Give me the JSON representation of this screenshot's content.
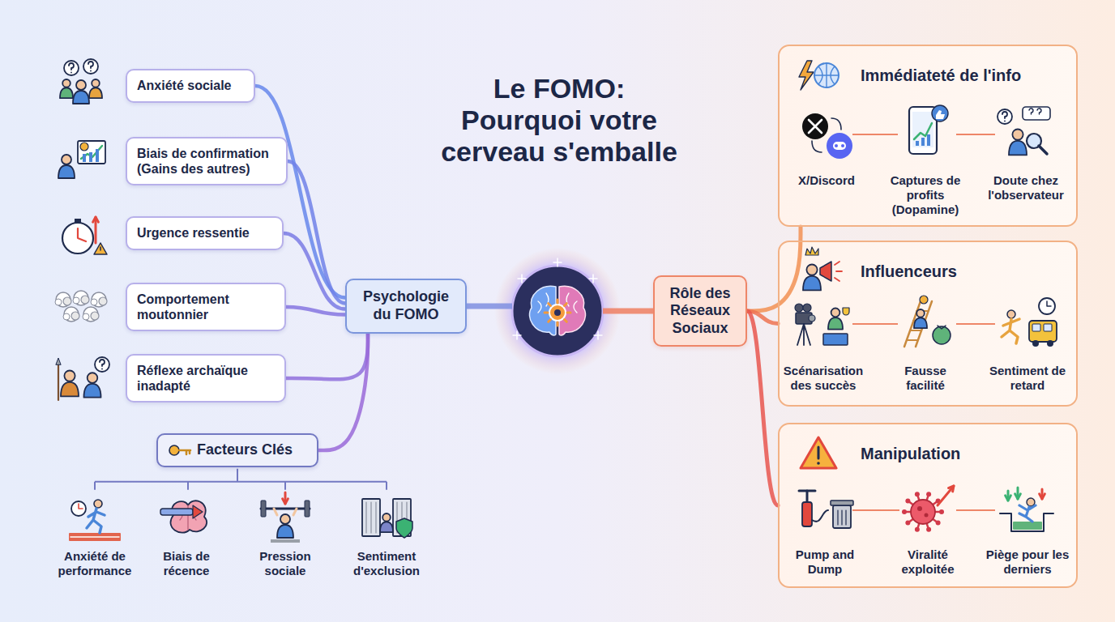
{
  "diagram": {
    "title": "Le FOMO: Pourquoi votre cerveau s'emballe",
    "nodes": [
      {
        "text": [
          "Anxiété sociale"
        ]
      },
      {
        "text": [
          "Biais de confirmation (Gains des autres)"
        ]
      },
      {
        "text": [
          "Urgence ressentie"
        ]
      },
      {
        "text": [
          "Comportement moutonnier"
        ]
      },
      {
        "text": [
          "Réflexe archaïque inadapté"
        ]
      },
      {
        "text": [
          "Psychologie du FOMO"
        ]
      },
      {
        "text": [
          "Facteurs Clés"
        ]
      },
      {
        "text": [
          "Rôle des Réseaux Sociaux"
        ]
      },
      {
        "text": [
          "Immédiateté de l'info"
        ]
      },
      {
        "text": [
          "Influenceurs"
        ]
      },
      {
        "text": [
          "Manipulation"
        ]
      }
    ],
    "edges": [
      {
        "from": 0,
        "to": 5,
        "arrow": "none"
      },
      {
        "from": 1,
        "to": 5,
        "arrow": "none"
      },
      {
        "from": 2,
        "to": 5,
        "arrow": "none"
      },
      {
        "from": 3,
        "to": 5,
        "arrow": "none"
      },
      {
        "from": 4,
        "to": 5,
        "arrow": "none"
      },
      {
        "from": 6,
        "to": 5,
        "arrow": "none"
      },
      {
        "from": 7,
        "to": 8,
        "arrow": "none"
      },
      {
        "from": 7,
        "to": 9,
        "arrow": "none"
      },
      {
        "from": 7,
        "to": 10,
        "arrow": "none"
      }
    ],
    "labels": [
      "X/Discord",
      "Captures de profits (Dopamine)",
      "Doute chez l'observateur",
      "Scénarisation des succès",
      "Fausse facilité",
      "Sentiment de retard",
      "Pump and Dump",
      "Viralité exploitée",
      "Piège pour les derniers",
      "Anxiété de performance",
      "Biais de récence",
      "Pression sociale",
      "Sentiment d'exclusion"
    ]
  }
}
